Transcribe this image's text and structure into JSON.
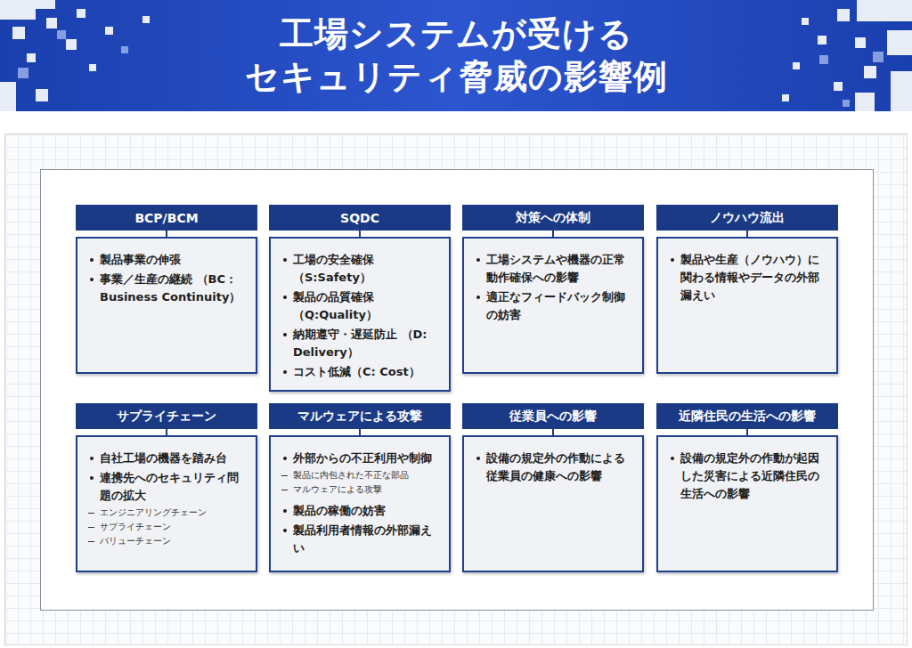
{
  "diagram": {
    "title": "工場システムが受ける セキュリティ脅威の影響例",
    "nodes": [
      {
        "text": [
          "BCP/BCM",
          "製品事業の伸張",
          "事業／生産の継続 （BC：Business Continuity）"
        ]
      },
      {
        "text": [
          "SQDC",
          "工場の安全確保（S:Safety）",
          "製品の品質確保（Q:Quality）",
          "納期遵守・遅延防止 （D: Delivery）",
          "コスト低減（C: Cost）"
        ]
      },
      {
        "text": [
          "対策への体制",
          "工場システムや機器の正常動作確保への影響",
          "適正なフィードバック制御の妨害"
        ]
      },
      {
        "text": [
          "ノウハウ流出",
          "製品や生産（ノウハウ）に関わる情報やデータの外部漏えい"
        ]
      },
      {
        "text": [
          "サプライチェーン",
          "自社工場の機器を踏み台",
          "連携先へのセキュリティ問題の拡大",
          "エンジニアリングチェーン",
          "サプライチェーン",
          "バリューチェーン"
        ]
      },
      {
        "text": [
          "マルウェアによる攻撃",
          "外部からの不正利用や制御",
          "製品に内包された不正な部品",
          "マルウェアによる攻撃",
          "製品の稼働の妨害",
          "製品利用者情報の外部漏えい"
        ]
      },
      {
        "text": [
          "従業員への影響",
          "設備の規定外の作動による従業員の健康への影響"
        ]
      },
      {
        "text": [
          "近隣住民の生活への影響",
          "設備の規定外の作動が起因した災害による近隣住民の生活への影響"
        ]
      }
    ]
  }
}
